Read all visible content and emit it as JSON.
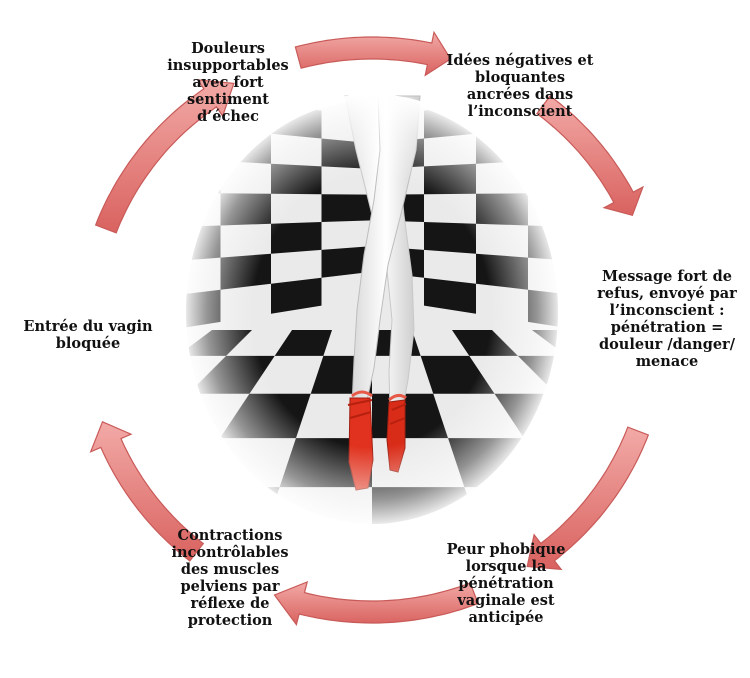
{
  "diagram": {
    "stages": [
      {
        "id": "douleurs",
        "text": "Douleurs\ninsupportables\navec fort\nsentiment\nd’échec"
      },
      {
        "id": "idees",
        "text": "Idées négatives et\nbloquantes\nancrées dans\nl’inconscient"
      },
      {
        "id": "message",
        "text": "Message fort de\nrefus, envoyé par\nl’inconscient :\npénétration =\ndouleur /danger/\nmenace"
      },
      {
        "id": "peur",
        "text": "Peur phobique\nlorsque la\npénétration\nvaginale est\nanticipée"
      },
      {
        "id": "contractions",
        "text": "Contractions\nincontrôlables\ndes muscles\npelviens par\nréflexe de\nprotection"
      },
      {
        "id": "entree",
        "text": "Entrée du vagin\nbloquée"
      }
    ],
    "center_image": "checkerboard-floor-with-legs-in-red-pointe-shoes",
    "arrow_color": "#e57f7c",
    "arrow_edge_color": "#c85a58",
    "checker_dark": "#161616",
    "checker_light": "#f4f4f4",
    "shoe_color": "#e0321e"
  }
}
